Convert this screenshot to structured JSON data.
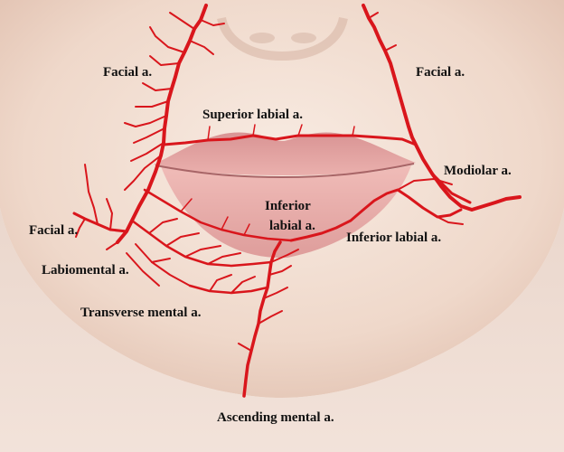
{
  "colors": {
    "artery": "#d9161c",
    "artery_dark": "#a80d12",
    "skin_light": "#f6e6dc",
    "skin_mid": "#ecd0c0",
    "skin_shadow": "#d9b6a3",
    "lip": "#e9a7a4",
    "lip_dark": "#c97c7d",
    "label": "#111111"
  },
  "labels": {
    "facial_upper_left": "Facial a.",
    "facial_upper_right": "Facial a.",
    "superior_labial": "Superior labial a.",
    "modiolar": "Modiolar a.",
    "inferior_labial_center_1": "Inferior",
    "inferior_labial_center_2": "labial a.",
    "inferior_labial_right": "Inferior labial a.",
    "facial_lower_left": "Facial a.",
    "labiomental": "Labiomental a.",
    "transverse_mental": "Transverse mental a.",
    "ascending_mental": "Ascending mental a."
  }
}
